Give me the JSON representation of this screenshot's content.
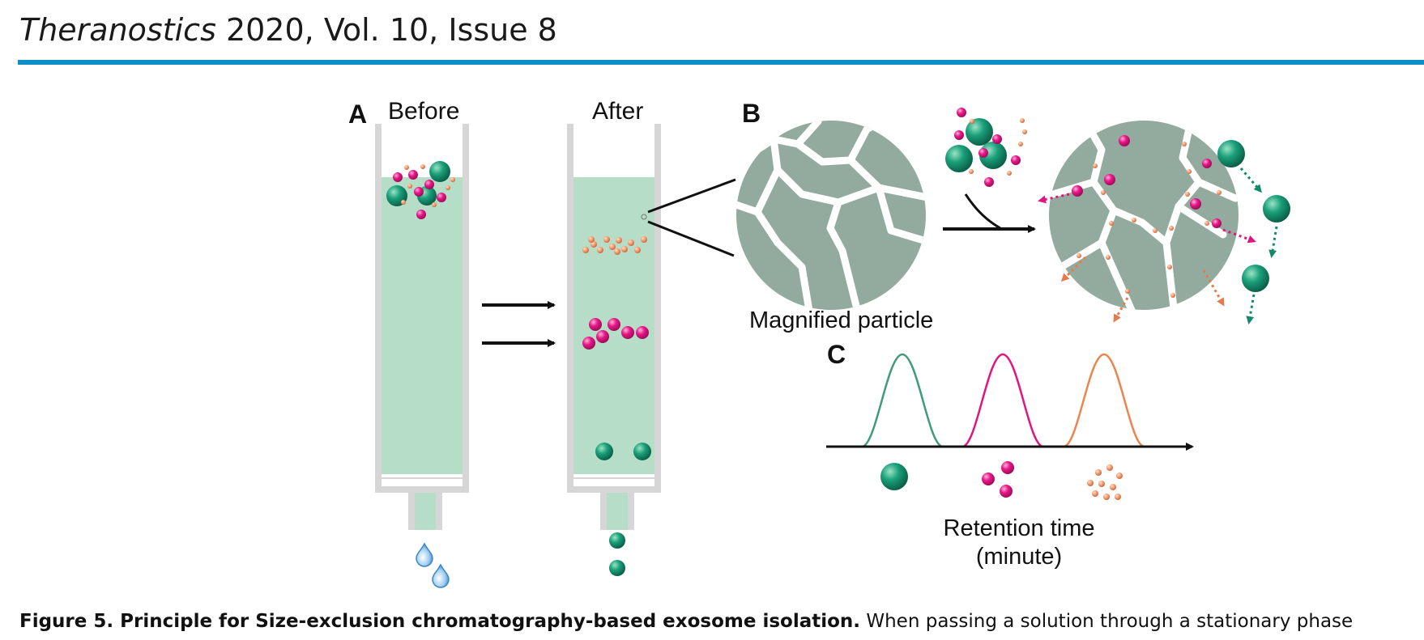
{
  "header": {
    "journal": "Theranostics",
    "citation": " 2020, Vol. 10, Issue 8"
  },
  "figure": {
    "panel_a": {
      "label": "A",
      "before_label": "Before",
      "after_label": "After"
    },
    "panel_b": {
      "label": "B",
      "particle_label": "Magnified particle"
    },
    "panel_c": {
      "label": "C",
      "axis_label_line1": "Retention time",
      "axis_label_line2": "(minute)"
    },
    "colors": {
      "column_fill": "#b5ddc7",
      "column_wall": "#d6d6d6",
      "exosome": "#138a6a",
      "protein": "#e0157f",
      "small_molecule": "#f1956a",
      "bead": "#93ab9e",
      "droplet": "#6aaee0"
    }
  },
  "caption": {
    "title": "Figure 5. Principle for Size-exclusion chromatography-based exosome isolation.",
    "text": " When passing a solution through a stationary phase"
  }
}
